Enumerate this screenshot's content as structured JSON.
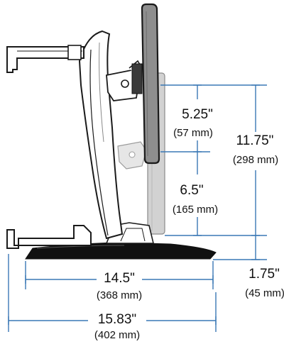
{
  "colors": {
    "dimension_line": "#3a78b5",
    "outline": "#1a1a1a",
    "display_fill": "#8e8e8e",
    "pole_fill": "#d2d2d2",
    "background": "#ffffff"
  },
  "dimensions": {
    "upper_height": {
      "value": "5.25\"",
      "metric": "(57 mm)"
    },
    "total_height": {
      "value": "11.75\"",
      "metric": "(298 mm)"
    },
    "lower_height": {
      "value": "6.5\"",
      "metric": "(165 mm)"
    },
    "base_height": {
      "value": "1.75\"",
      "metric": "(45 mm)"
    },
    "base_depth": {
      "value": "14.5\"",
      "metric": "(368 mm)"
    },
    "overall_depth": {
      "value": "15.83\"",
      "metric": "(402 mm)"
    }
  }
}
